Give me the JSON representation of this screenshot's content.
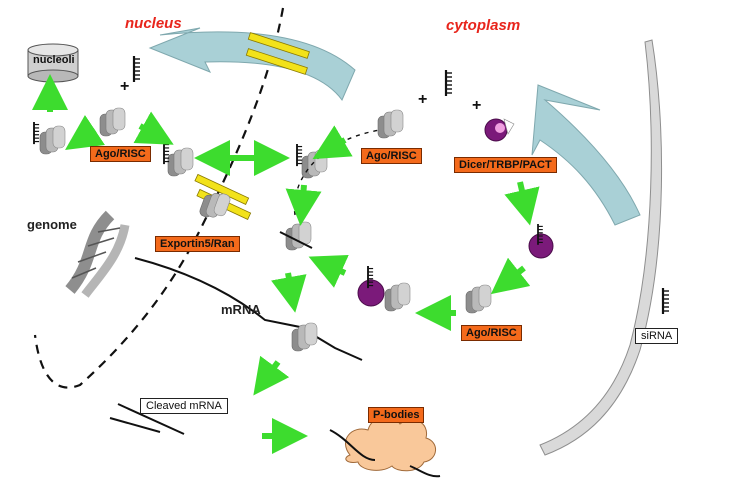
{
  "labels": {
    "nucleus": "nucleus",
    "cytoplasm": "cytoplasm",
    "nucleoli": "nucleoli",
    "genome": "genome",
    "mrna": "mRNA",
    "cleaved_mrna": "Cleaved mRNA",
    "p_bodies": "P-bodies",
    "ago_risc_nucleus": "Ago/RISC",
    "ago_risc_cyto": "Ago/RISC",
    "ago_risc_bottom": "Ago/RISC",
    "dicer": "Dicer/TRBP/PACT",
    "exportin": "Exportin5/Ran",
    "sirna": "siRNA",
    "plus_signs": [
      "+",
      "+",
      "+"
    ]
  },
  "colors": {
    "title_red": "#e8251c",
    "label_orange": "#f46a1b",
    "arrow_green": "#3ddc2e",
    "dicer_purple": "#7b1a7a",
    "pore_yellow": "#f2e21a",
    "pbody_peach": "#f9c89a",
    "curved_arrow": "#a9d0d6"
  },
  "icons": [
    "nucleoli-cylinder-icon",
    "dna-helix-icon",
    "ago-protein-icon",
    "dicer-complex-icon",
    "small-rna-icon",
    "nuclear-pore-icon",
    "p-body-cloud-icon"
  ]
}
